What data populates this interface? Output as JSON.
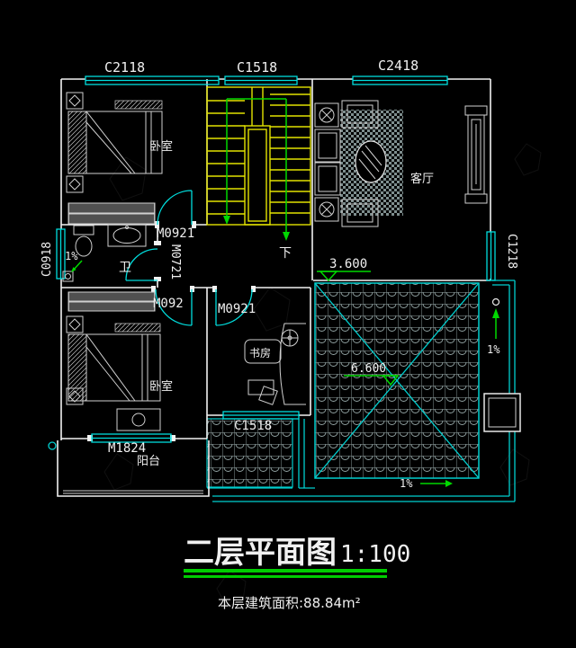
{
  "plan": {
    "windows": {
      "c2118": "C2118",
      "c1518_top": "C1518",
      "c2418": "C2418",
      "c0918": "C0918",
      "c1218": "C1218",
      "c1518_bottom": "C1518"
    },
    "doors": {
      "bedroom1": "M0921",
      "bathroom": "M0721",
      "bedroom2": "M092",
      "study": "M0921",
      "balcony": "M1824"
    },
    "rooms": {
      "bedroom1": "卧室",
      "living_room": "客厅",
      "bathroom": "卫",
      "bedroom2": "卧室",
      "study": "书房",
      "balcony": "阳台"
    },
    "annotations": {
      "stair_down": "下",
      "floor_elevation": "3.600",
      "roof_elevation": "6.600",
      "bath_slope": "1%",
      "roof_slope_right": "1%",
      "roof_slope_bottom": "1%"
    }
  },
  "title_block": {
    "title": "二层平面图",
    "scale": "1:100",
    "area_note": "本层建筑面积:88.84m²"
  },
  "colors": {
    "background": "#000000",
    "wall": "#f2f2f2",
    "window_door": "#00dcdc",
    "stair": "#e3e300",
    "annotation_green": "#00d800",
    "title_underline": "#00cc00",
    "area_note_yellow": "#d6d600"
  }
}
